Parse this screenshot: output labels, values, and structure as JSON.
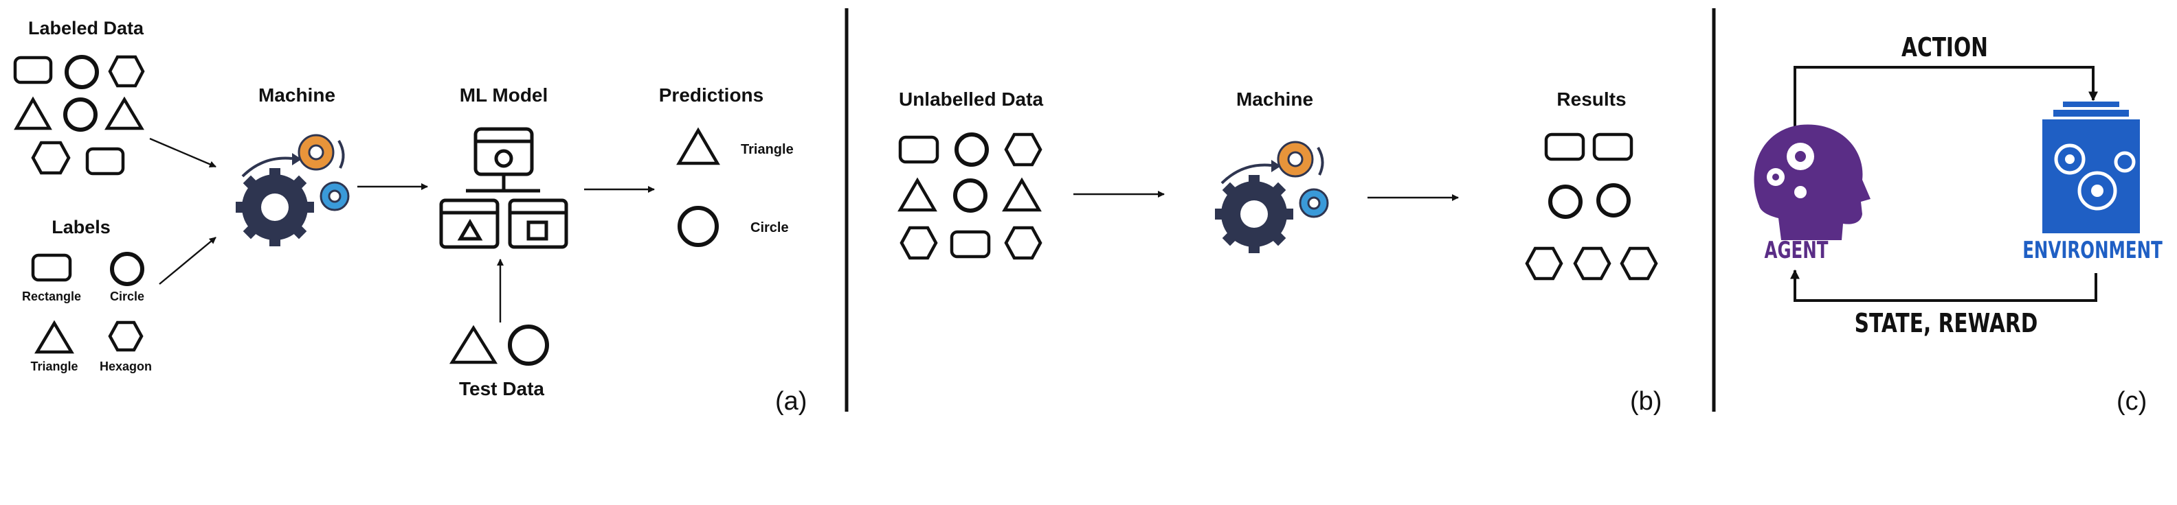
{
  "panel_a": {
    "labeled_data_title": "Labeled Data",
    "labels_title": "Labels",
    "legend": {
      "rectangle": "Rectangle",
      "circle": "Circle",
      "triangle": "Triangle",
      "hexagon": "Hexagon"
    },
    "machine_title": "Machine",
    "ml_model_title": "ML Model",
    "predictions_title": "Predictions",
    "prediction_triangle": "Triangle",
    "prediction_circle": "Circle",
    "test_data_title": "Test Data",
    "panel_label": "(a)"
  },
  "panel_b": {
    "unlabelled_data_title": "Unlabelled Data",
    "machine_title": "Machine",
    "results_title": "Results",
    "panel_label": "(b)"
  },
  "panel_c": {
    "action_label": "ACTION",
    "state_reward_label": "STATE, REWARD",
    "agent_label": "AGENT",
    "environment_label": "ENVIRONMENT",
    "panel_label": "(c)"
  },
  "colors": {
    "ink": "#111111",
    "gear_navy": "#2e3550",
    "gear_orange": "#e8943a",
    "gear_blue": "#3a9ad9",
    "agent_purple": "#5a2d86",
    "environment_blue": "#1f5fc4"
  }
}
